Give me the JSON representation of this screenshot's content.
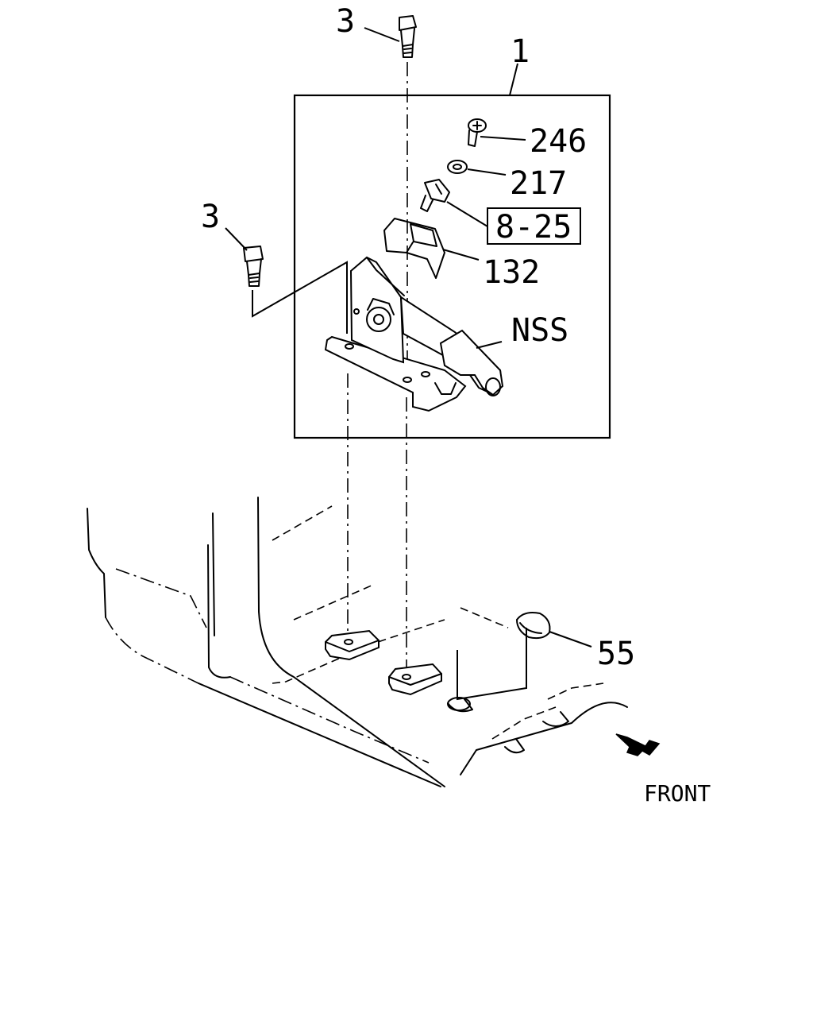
{
  "callouts": {
    "bolt_top": "3",
    "bolt_left": "3",
    "assembly": "1",
    "screw": "246",
    "washer": "217",
    "switch_ref": "8-25",
    "cover": "132",
    "nss": "NSS",
    "grommet": "55"
  },
  "direction_label": "FRONT"
}
